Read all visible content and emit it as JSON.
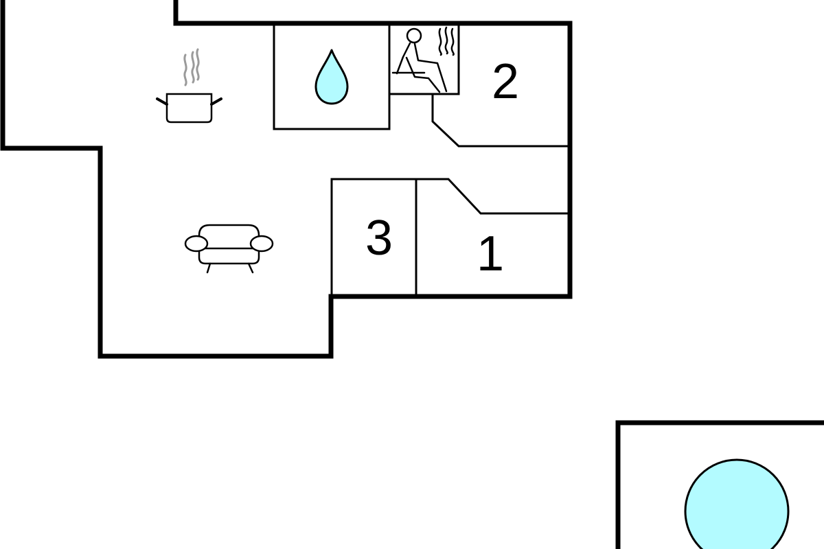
{
  "floor_plan": {
    "rooms": [
      {
        "id": "bedroom-1",
        "label": "1"
      },
      {
        "id": "bedroom-2",
        "label": "2"
      },
      {
        "id": "bedroom-3",
        "label": "3"
      }
    ],
    "symbols": [
      "cooking-pot-icon",
      "water-drop-icon",
      "sauna-icon",
      "armchair-icon",
      "pool-icon"
    ]
  },
  "colors": {
    "wall": "#000000",
    "water": "#b3fbff",
    "background": "#ffffff",
    "steam": "#9a9a9a"
  }
}
